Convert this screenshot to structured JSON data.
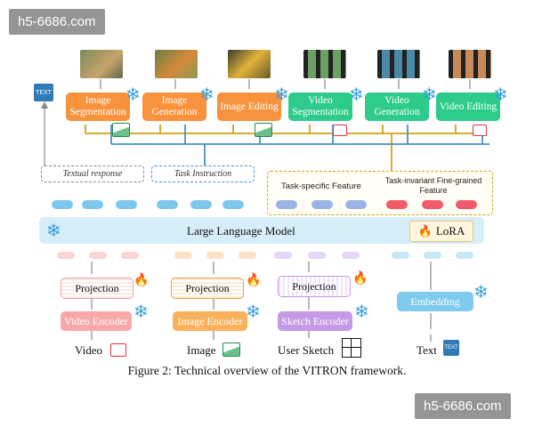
{
  "watermarks": {
    "top": "h5-6686.com",
    "bottom": "h5-6686.com"
  },
  "tasks": [
    {
      "label": "Image Segmentation",
      "color": "orange"
    },
    {
      "label": "Image Generation",
      "color": "orange"
    },
    {
      "label": "Image Editing",
      "color": "orange"
    },
    {
      "label": "Video Segmentation",
      "color": "green"
    },
    {
      "label": "Video Generation",
      "color": "green"
    },
    {
      "label": "Video Editing",
      "color": "green"
    }
  ],
  "txt_icon_label": "TEXT",
  "textual_response": "Textual response",
  "task_instruction": "Task Instruction",
  "task_specific_feature": "Task-specific Feature",
  "task_invariant_feature": "Task-invariant Fine-grained Feature",
  "llm_label": "Large Language Model",
  "lora_label": "LoRA",
  "projection_label": "Projection",
  "encoders": {
    "video": "Video Encoder",
    "image": "Image Encoder",
    "sketch": "Sketch Encoder",
    "embedding": "Embedding"
  },
  "inputs": {
    "video": "Video",
    "image": "Image",
    "sketch": "User Sketch",
    "text": "Text"
  },
  "caption": "Figure 2: Technical overview of the VITRON framework.",
  "colors": {
    "orange": "#f8923c",
    "green": "#2ecc8a",
    "blue_line": "#4a90c8",
    "gold_line": "#d4a017",
    "llm_bg": "#d6eef8",
    "video_encoder": "#f7a9a9",
    "image_encoder": "#f8b15c",
    "sketch_encoder": "#c59ae6",
    "embedding": "#7ecbee"
  }
}
